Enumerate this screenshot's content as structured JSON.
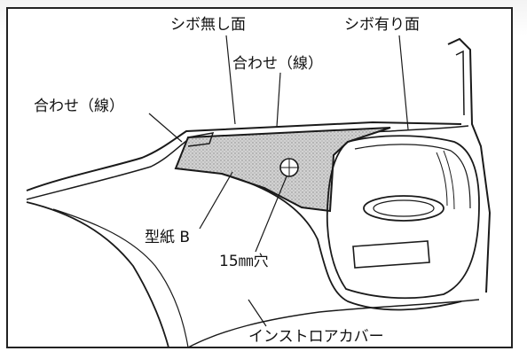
{
  "labels": {
    "shibo_nashi_men": "シボ無し面",
    "shibo_ari_men": "シボ有り面",
    "awase_sen_upper": "合わせ（線）",
    "awase_sen_left": "合わせ（線）",
    "katagami_b": "型紙 B",
    "hole_15mm": "15㎜穴",
    "instrument_cover": "インストロアカバー"
  },
  "colors": {
    "line": "#1a1a1a",
    "template_fill": "#c9c9c9",
    "background": "#ffffff"
  }
}
